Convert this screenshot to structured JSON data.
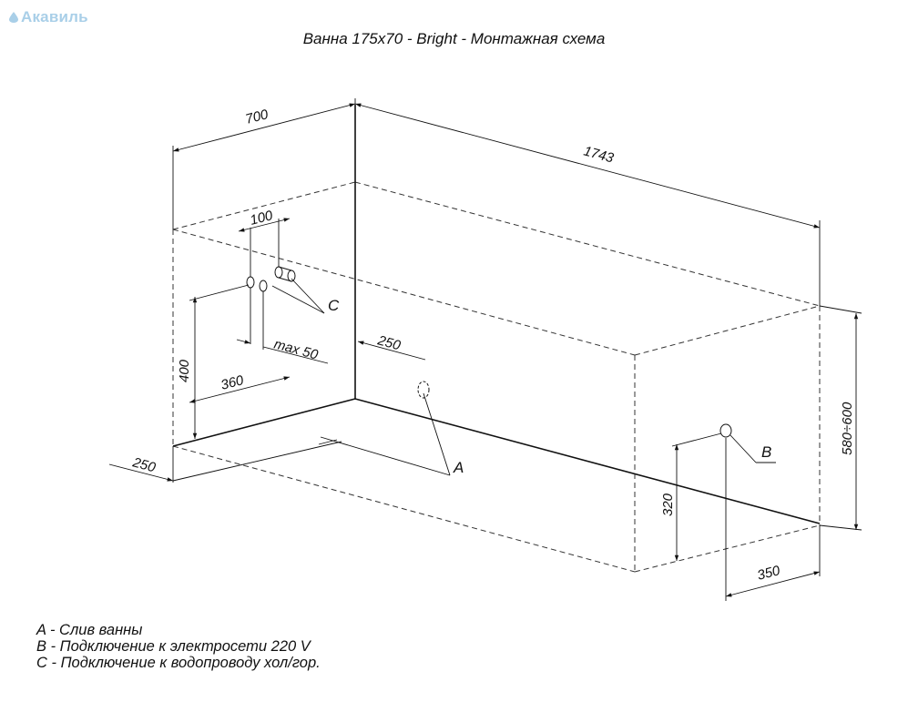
{
  "logo": {
    "text": "Акавиль"
  },
  "title": "Ванна 175x70 - Bright - Монтажная схема",
  "dimensions": {
    "width_top": "700",
    "length": "1743",
    "pipe_spacing": "100",
    "max_offset": "max 50",
    "pipe_height": "400",
    "pipe_depth": "360",
    "front_offset": "250",
    "drain_offset": "250",
    "height_range": "580÷600",
    "socket_height": "320",
    "socket_offset": "350"
  },
  "markers": {
    "a": "A",
    "b": "B",
    "c": "C"
  },
  "legend": [
    "A - Слив ванны",
    "B - Подключение к электросети 220 V",
    "C - Подключение к водопроводу хол/гор."
  ]
}
